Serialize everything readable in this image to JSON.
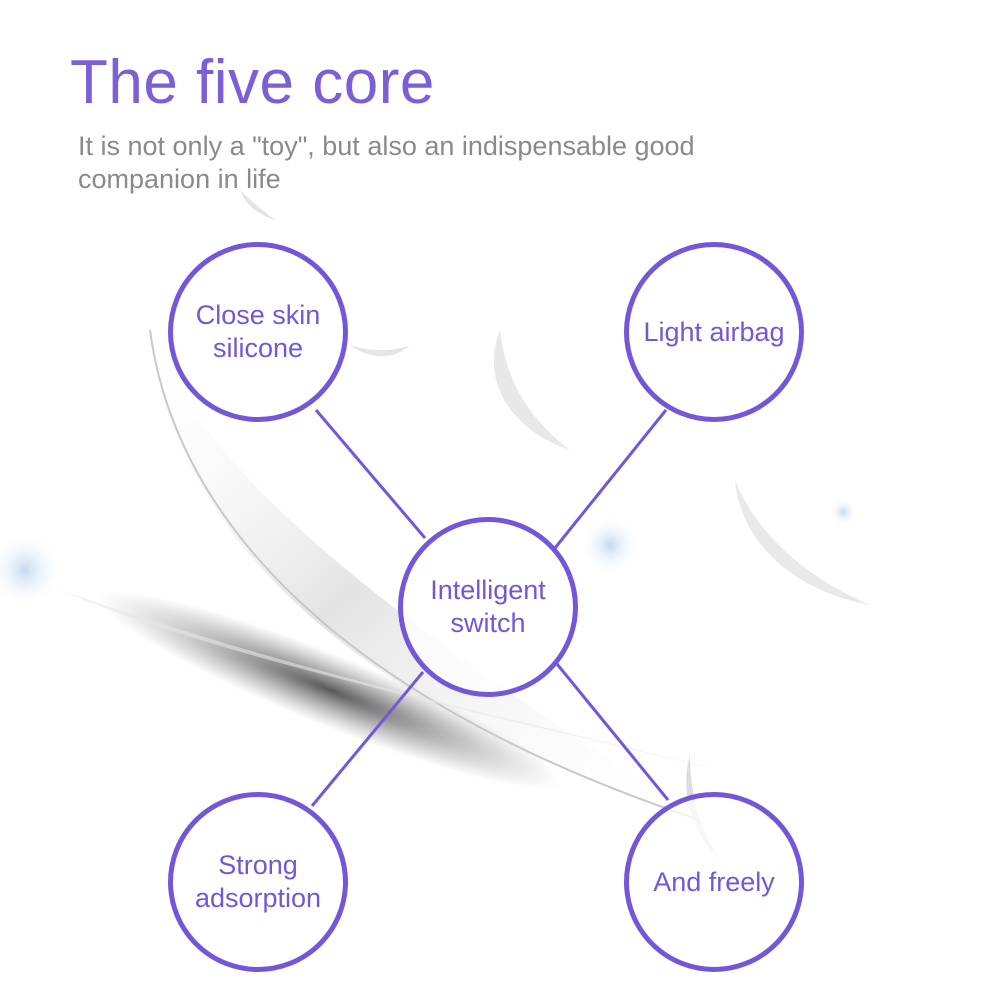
{
  "header": {
    "title": "The five core",
    "subtitle": "It is not only a \"toy\", but also an indispensable good companion in life"
  },
  "diagram": {
    "center": {
      "label": "Intelligent switch"
    },
    "nodes": [
      {
        "id": "top-left",
        "label": "Close skin silicone"
      },
      {
        "id": "top-right",
        "label": "Light airbag"
      },
      {
        "id": "bottom-left",
        "label": "Strong adsorption"
      },
      {
        "id": "bottom-right",
        "label": "And freely"
      }
    ]
  },
  "colors": {
    "accent": "#7257d9",
    "title": "#7b5fd6",
    "subtitle": "#8a8a8a",
    "background": "#ffffff"
  },
  "decor": {
    "background_image": "feather-illustration"
  }
}
